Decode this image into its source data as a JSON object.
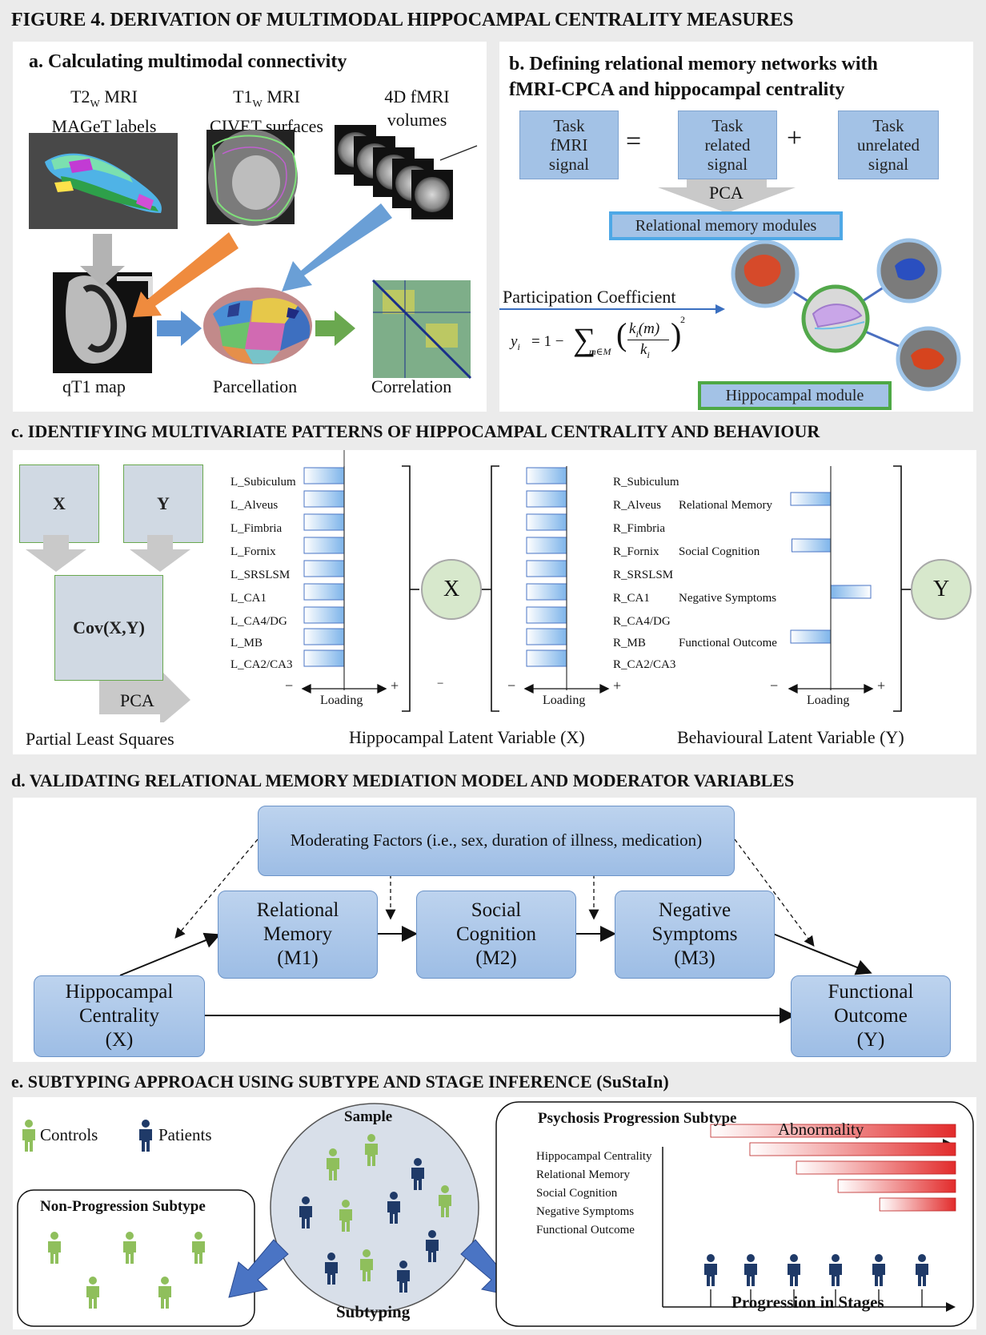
{
  "figure_title": "FIGURE 4. DERIVATION OF MULTIMODAL HIPPOCAMPAL CENTRALITY MEASURES",
  "a": {
    "title": "a. Calculating multimodal connectivity",
    "t2_label_line1": "T2",
    "t2_sub": "W",
    "t2_label_line1_rest": " MRI",
    "t2_label_line2": "MAGeT labels",
    "t1_label_line1": "T1",
    "t1_sub": "W",
    "t1_label_line1_rest": " MRI",
    "t1_label_line2": "CIVET surfaces",
    "fmri_label_line1": "4D fMRI",
    "fmri_label_line2": "volumes",
    "qt1_label": "qT1 map",
    "parcellation_label": "Parcellation",
    "correlation_label": "Correlation"
  },
  "b": {
    "title_line1": "b. Defining relational memory networks with",
    "title_line2": "fMRI-CPCA and hippocampal centrality",
    "box1_lines": [
      "Task",
      "fMRI",
      "signal"
    ],
    "equals": "=",
    "box2_lines": [
      "Task",
      "related",
      "signal"
    ],
    "plus": "+",
    "box3_lines": [
      "Task",
      "unrelated",
      "signal"
    ],
    "pca": "PCA",
    "modules_label": "Relational memory modules",
    "participation_label": "Participation Coefficient",
    "formula_y": "y",
    "formula_i": "i",
    "formula_eq": " = 1 −",
    "formula_sum": "∑",
    "formula_sub": "m∈M",
    "formula_num": "k",
    "formula_num_sub": "i",
    "formula_num_rest": "(m)",
    "formula_den": "k",
    "formula_den_sub": "i",
    "formula_exp": "2",
    "hippocampal_module_label": "Hippocampal module"
  },
  "c": {
    "title": "c. IDENTIFYING MULTIVARIATE PATTERNS OF HIPPOCAMPAL CENTRALITY AND BEHAVIOUR",
    "x_box": "X",
    "y_box": "Y",
    "cov_box": "Cov(X,Y)",
    "pca": "PCA",
    "pls_label": "Partial Least Squares",
    "left_regions": [
      "L_Subiculum",
      "L_Alveus",
      "L_Fimbria",
      "L_Fornix",
      "L_SRSLSM",
      "L_CA1",
      "L_CA4/DG",
      "L_MB",
      "L_CA2/CA3"
    ],
    "right_regions": [
      "R_Subiculum",
      "R_Alveus",
      "R_Fimbria",
      "R_Fornix",
      "R_SRSLSM",
      "R_CA1",
      "R_CA4/DG",
      "R_MB",
      "R_CA2/CA3"
    ],
    "behaviours": [
      "Relational Memory",
      "Social Cognition",
      "Negative Symptoms",
      "Functional Outcome"
    ],
    "behaviour_loadings": [
      -1,
      -0.97,
      1,
      -1
    ],
    "loading_label": "Loading",
    "minus": "−",
    "plus": "+",
    "x_circle": "X",
    "y_circle": "Y",
    "hippo_lv_label": "Hippocampal Latent Variable (X)",
    "behav_lv_label": "Behavioural Latent Variable (Y)"
  },
  "d": {
    "title": "d. VALIDATING RELATIONAL MEMORY MEDIATION MODEL AND MODERATOR VARIABLES",
    "moderating": "Moderating Factors (i.e., sex, duration of illness, medication)",
    "m1_lines": [
      "Relational",
      "Memory",
      "(M1)"
    ],
    "m2_lines": [
      "Social",
      "Cognition",
      "(M2)"
    ],
    "m3_lines": [
      "Negative",
      "Symptoms",
      "(M3)"
    ],
    "x_lines": [
      "Hippocampal",
      "Centrality",
      "(X)"
    ],
    "y_lines": [
      "Functional",
      "Outcome",
      "(Y)"
    ]
  },
  "e": {
    "title": "e. SUBTYPING APPROACH USING SUBTYPE AND STAGE INFERENCE (SuStaIn)",
    "controls_label": "Controls",
    "patients_label": "Patients",
    "sample_label": "Sample",
    "subtyping_label": "Subtyping",
    "non_progression_label": "Non-Progression Subtype",
    "progression_title": "Psychosis Progression Subtype",
    "abnormality_label": "Abnormality",
    "progression_axis_label": "Progression in Stages",
    "progression_rows": [
      "Hippocampal Centrality",
      "Relational Memory",
      "Social Cognition",
      "Negative Symptoms",
      "Functional Outcome"
    ],
    "progression_onset": [
      0,
      0.16,
      0.35,
      0.52,
      0.69
    ],
    "color_control": "#8fbf5c",
    "color_patient": "#1f3a68",
    "color_abnormal": "#e22b2b"
  }
}
